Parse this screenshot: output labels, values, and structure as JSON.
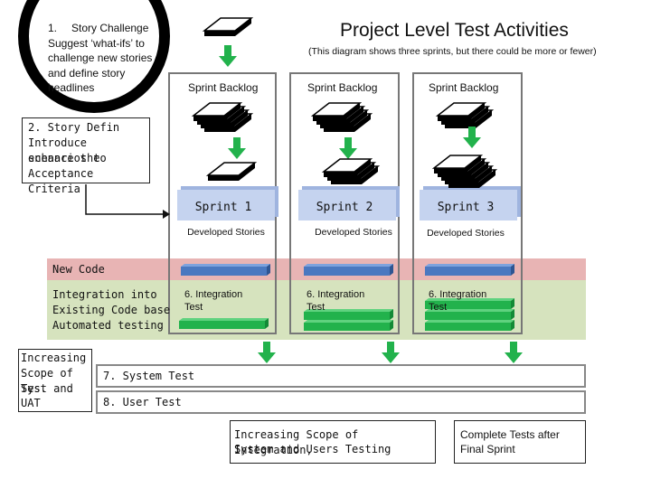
{
  "title": "Project Level Test Activities",
  "subtitle": "(This diagram shows three sprints, but there could be more or fewer)",
  "story_challenge": {
    "number": "1.",
    "heading": "Story Challenge",
    "lines": [
      "Suggest ‘what-ifs’ to",
      "challenge new stories",
      "and define story",
      "headlines"
    ]
  },
  "story_define": {
    "lines": [
      "2. Story Defin",
      "Introduce scenarios to",
      "enhance the",
      "Acceptance Criteria"
    ]
  },
  "backlog_labels": [
    "Sprint Backlog",
    "Sprint Backlog",
    "Sprint Backlog"
  ],
  "sprints": [
    {
      "label": "Sprint 1",
      "developed": "Developed Stories",
      "integration": [
        "6. Integration",
        "Test"
      ]
    },
    {
      "label": "Sprint 2",
      "developed": "Developed Stories",
      "integration": [
        "6. Integration",
        "Test"
      ]
    },
    {
      "label": "Sprint 3",
      "developed": "Developed Stories",
      "integration": [
        "6. Integration",
        "Test"
      ]
    }
  ],
  "new_code_label": "New Code",
  "integration_label": [
    "Integration into",
    "Existing Code base",
    "Automated testing"
  ],
  "increasing_scope_label": [
    "Increasing",
    "Scope of Sys.",
    "Test and",
    "UAT"
  ],
  "system_test_label": "7. System Test",
  "user_test_label": "8. User Test",
  "footer_left": [
    "Increasing Scope of Integration,",
    "System and Users Testing"
  ],
  "footer_right": [
    "Complete Tests after",
    "Final Sprint"
  ],
  "colors": {
    "new_code_band": "#e8b4b4",
    "integration_band": "#d6e3be",
    "sprint_banner": "#c5d3ef",
    "code_bar": "#4a78c0",
    "green": "#22b24c",
    "khaki": "#c9bd96",
    "red": "#a83232"
  }
}
